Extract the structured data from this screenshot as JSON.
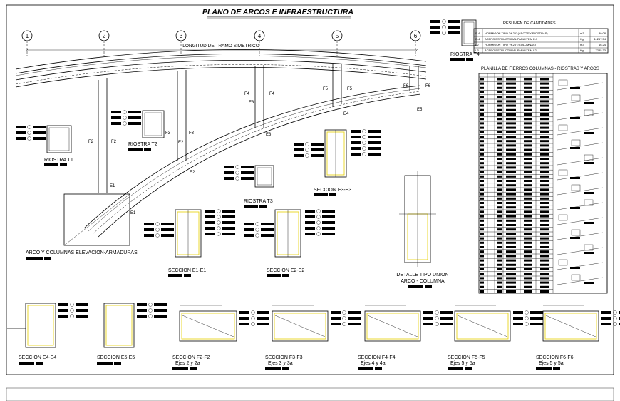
{
  "title": "PLANO DE ARCOS E INFRAESTRUCTURA",
  "axes": [
    "1",
    "2",
    "3",
    "4",
    "5",
    "6"
  ],
  "span_label": "LONGITUD DE TRAMO SIMETRICO",
  "elevation_label": "ARCO Y COLUMNAS ELEVACION-ARMADURAS",
  "section_cut_labels": [
    "F2",
    "F2",
    "F3",
    "F3",
    "F4",
    "F4",
    "F5",
    "F5",
    "F6",
    "F6",
    "E1",
    "E1",
    "E2",
    "E2",
    "E3",
    "E3",
    "E4",
    "E5"
  ],
  "braces": [
    "RIOSTRA T1",
    "RIOSTRA T2",
    "RIOSTRA T3",
    "RIOSTRA T4"
  ],
  "sections_mid": [
    "SECCION E3-E3",
    "SECCION E1-E1",
    "SECCION E2-E2"
  ],
  "detail": {
    "line1": "DETALLE TIPO UNION",
    "line2": "ARCO - COLUMNA"
  },
  "quantities": {
    "title": "RESUMEN DE CANTIDADES",
    "rows": [
      {
        "code": "E-4",
        "desc": "HORMIGON TIPO \"H-25\" (ARCOS Y RIOSTRAS)",
        "unit": "m3",
        "qty": "30.08"
      },
      {
        "code": "E-4",
        "desc": "ACERO ESTRUCTURAL PARA ITEM E-3",
        "unit": "Kg",
        "qty": "11267.54"
      },
      {
        "code": "I-2",
        "desc": "HORMIGON TIPO \"H-25\" (COLUMNAS)",
        "unit": "m3",
        "qty": "16.24"
      },
      {
        "code": "I-3",
        "desc": "ACERO ESTRUCTURAL PARA ITEM I-2",
        "unit": "Kg",
        "qty": "7285.33"
      }
    ]
  },
  "rebar_schedule_title": "PLANILLA DE FIERROS COLUMNAS - RIOSTRAS Y ARCOS",
  "bottom_sections": [
    {
      "name": "SECCION E4-E4",
      "sub": ""
    },
    {
      "name": "SECCION E5-E5",
      "sub": ""
    },
    {
      "name": "SECCION F2-F2",
      "sub": "Ejes 2 y 2a"
    },
    {
      "name": "SECCION F3-F3",
      "sub": "Ejes 3 y 3a"
    },
    {
      "name": "SECCION F4-F4",
      "sub": "Ejes 4 y 4a"
    },
    {
      "name": "SECCION F5-F5",
      "sub": "Ejes 5 y 5a"
    },
    {
      "name": "SECCION F6-F6",
      "sub": "Ejes 5 y 5a"
    }
  ]
}
